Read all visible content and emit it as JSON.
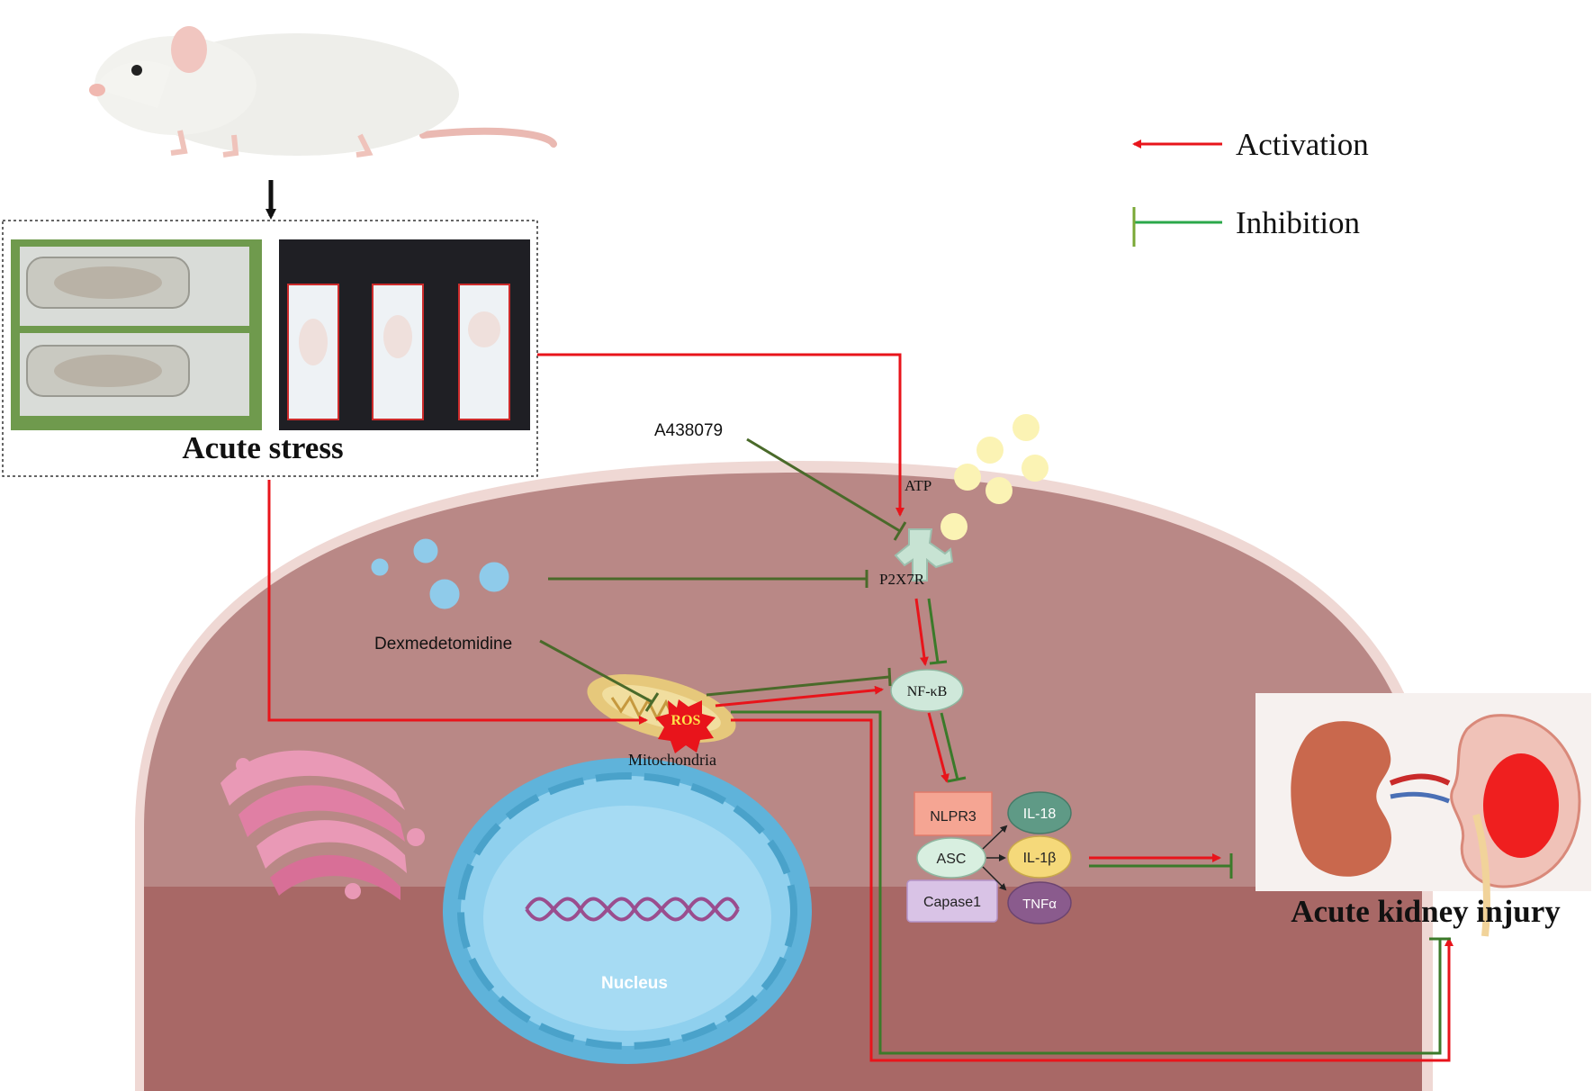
{
  "legend": {
    "activation": "Activation",
    "inhibition": "Inhibition"
  },
  "labels": {
    "acute_stress": "Acute stress",
    "a438079": "A438079",
    "atp": "ATP",
    "p2x7r": "P2X7R",
    "dexmedetomidine": "Dexmedetomidine",
    "nfkb": "NF-κB",
    "ros": "ROS",
    "mitochondria": "Mitochondria",
    "nlpr3": "NLPR3",
    "asc": "ASC",
    "capase1": "Capase1",
    "il18": "IL-18",
    "il1b": "IL-1β",
    "tnfa": "TNFα",
    "nucleus": "Nucleus",
    "acute_kidney_injury": "Acute kidney injury"
  },
  "colors": {
    "activation": "#e8141b",
    "inhibition": "#3b7a2a",
    "cell_body": "#b98886",
    "cell_lower": "#a86866",
    "nucleus": "#7cc4e6"
  }
}
